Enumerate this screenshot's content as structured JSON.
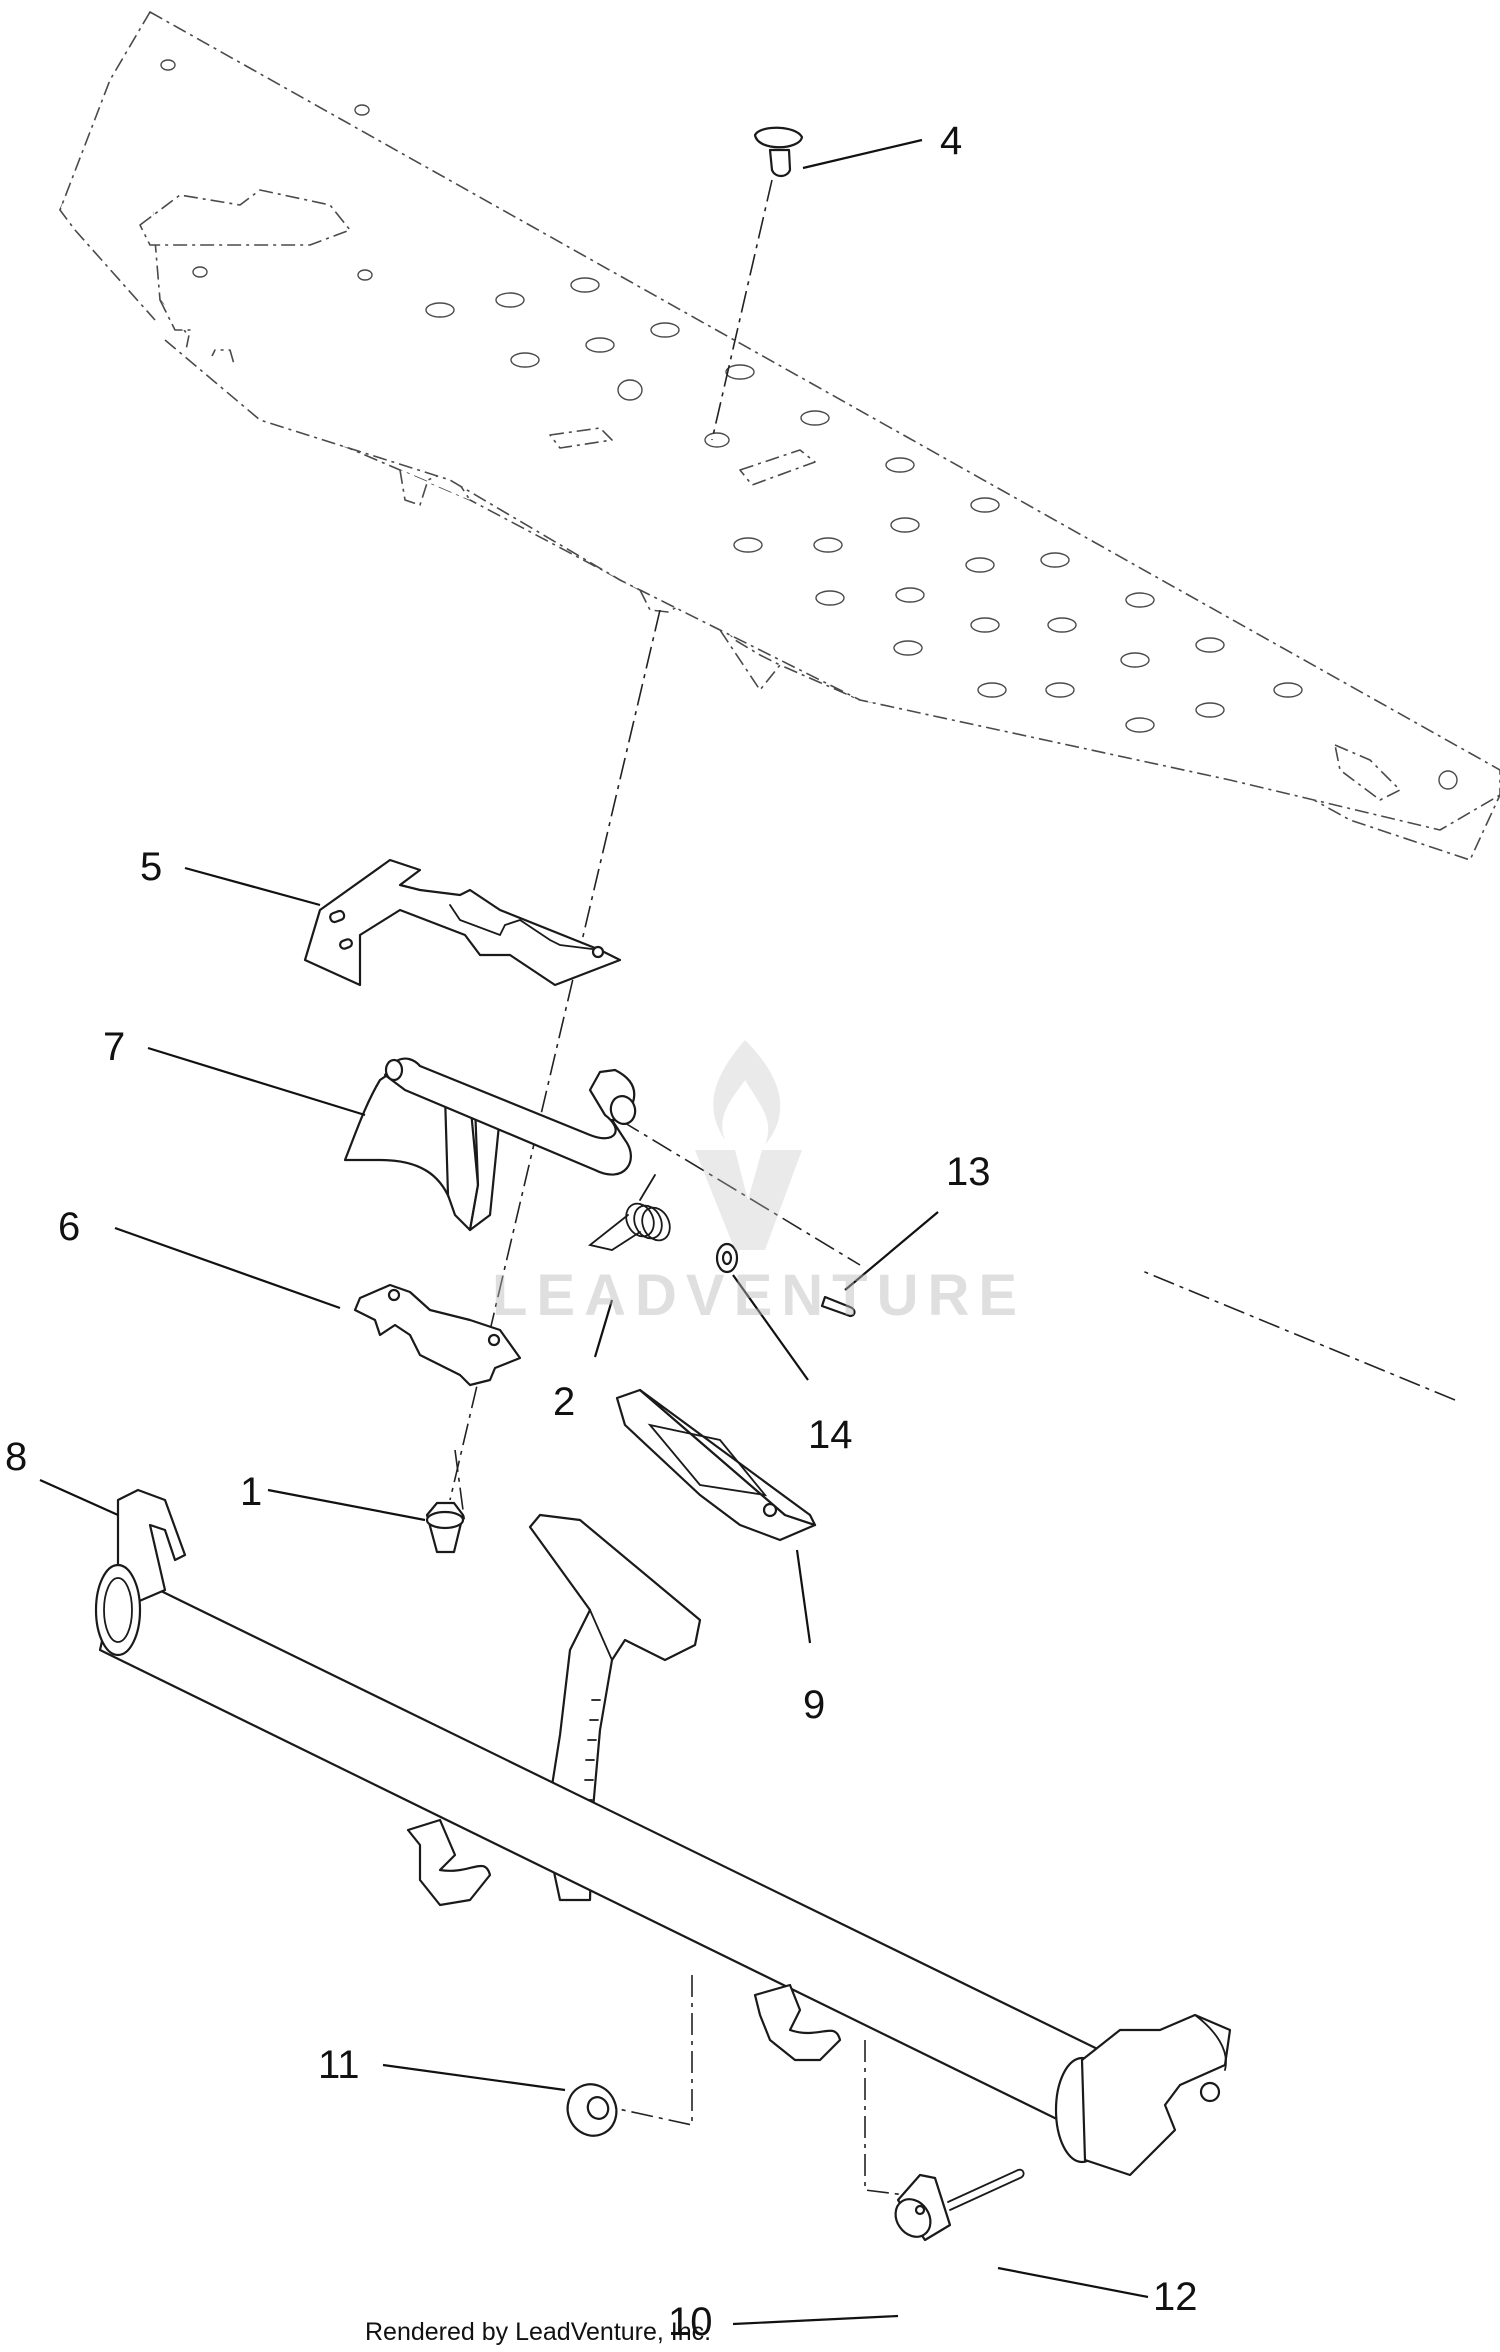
{
  "callouts": [
    {
      "number": "1"
    },
    {
      "number": "2"
    },
    {
      "number": "4"
    },
    {
      "number": "5"
    },
    {
      "number": "6"
    },
    {
      "number": "7"
    },
    {
      "number": "8"
    },
    {
      "number": "9"
    },
    {
      "number": "10"
    },
    {
      "number": "11"
    },
    {
      "number": "12"
    },
    {
      "number": "13"
    },
    {
      "number": "14"
    }
  ],
  "watermark": "LEADVENTURE",
  "credit": "Rendered by LeadVenture, Inc."
}
